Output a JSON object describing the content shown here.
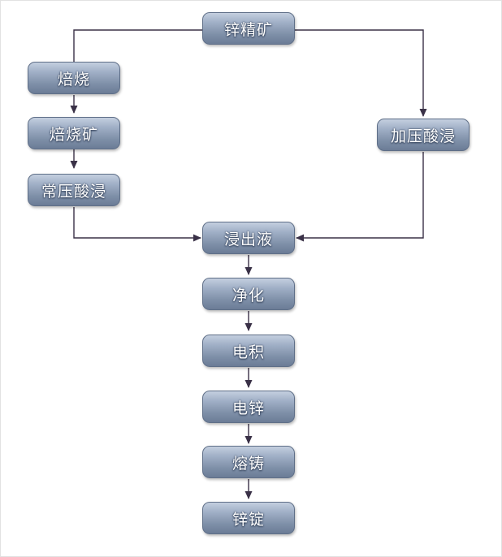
{
  "diagram": {
    "nodes": {
      "zinc_concentrate": "锌精矿",
      "roasting": "焙烧",
      "calcine": "焙烧矿",
      "atmospheric_acid_leach": "常压酸浸",
      "pressure_acid_leach": "加压酸浸",
      "leach_solution": "浸出液",
      "purification": "净化",
      "electrowinning": "电积",
      "electrolytic_zinc": "电锌",
      "melting_casting": "熔铸",
      "zinc_ingot": "锌锭"
    },
    "edges": [
      [
        "zinc_concentrate",
        "roasting"
      ],
      [
        "zinc_concentrate",
        "pressure_acid_leach"
      ],
      [
        "roasting",
        "calcine"
      ],
      [
        "calcine",
        "atmospheric_acid_leach"
      ],
      [
        "atmospheric_acid_leach",
        "leach_solution"
      ],
      [
        "pressure_acid_leach",
        "leach_solution"
      ],
      [
        "leach_solution",
        "purification"
      ],
      [
        "purification",
        "electrowinning"
      ],
      [
        "electrowinning",
        "electrolytic_zinc"
      ],
      [
        "electrolytic_zinc",
        "melting_casting"
      ],
      [
        "melting_casting",
        "zinc_ingot"
      ]
    ],
    "colors": {
      "node_fill": "#8a9ab3",
      "node_border": "#5f6f88",
      "node_text": "#ffffff",
      "connector": "#3a3147"
    }
  }
}
